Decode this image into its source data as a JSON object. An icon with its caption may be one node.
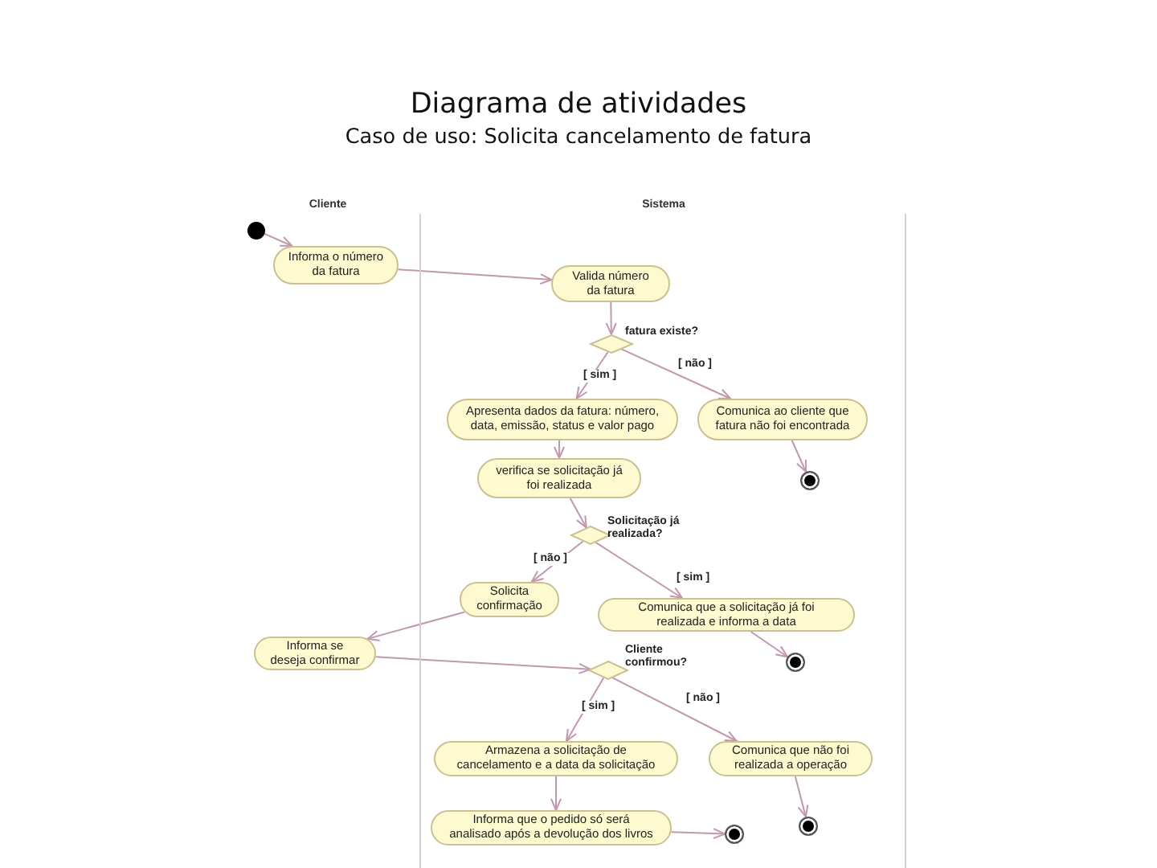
{
  "diagram": {
    "title": "Diagrama de atividades",
    "nodes": [
      {
        "text": [
          "Cliente"
        ]
      },
      {
        "text": [
          "Sistema"
        ]
      },
      {
        "text": [],
        "shape": "circle",
        "in": 0
      },
      {
        "text": [
          "Informa o número da fatura"
        ],
        "in": 0
      },
      {
        "text": [
          "Valida número da fatura"
        ],
        "in": 1
      },
      {
        "text": [],
        "shape": "diamond",
        "beside": [
          "fatura existe?"
        ],
        "in": 1
      },
      {
        "text": [
          "Apresenta dados da fatura: número, data, emissão, status e valor pago"
        ],
        "in": 1
      },
      {
        "text": [
          "Comunica ao cliente que fatura não foi encontrada"
        ],
        "in": 1
      },
      {
        "text": [],
        "shape": "bullseye",
        "in": 1
      },
      {
        "text": [
          "verifica se solicitação já foi realizada"
        ],
        "in": 1
      },
      {
        "text": [],
        "shape": "diamond",
        "beside": [
          "Solicitação já realizada?"
        ],
        "in": 1
      },
      {
        "text": [
          "Solicita confirmação"
        ],
        "in": 1
      },
      {
        "text": [
          "Comunica que a solicitação já foi realizada e informa a data"
        ],
        "in": 1
      },
      {
        "text": [
          "Informa se deseja confirmar"
        ],
        "in": 0
      },
      {
        "text": [],
        "shape": "bullseye",
        "in": 1
      },
      {
        "text": [],
        "shape": "diamond",
        "beside": [
          "Cliente confirmou?"
        ],
        "in": 1
      },
      {
        "text": [
          "Armazena a solicitação de cancelamento e a data da solicitação"
        ],
        "in": 1
      },
      {
        "text": [
          "Comunica que não foi realizada a operação"
        ],
        "in": 1
      },
      {
        "text": [
          "Informa que o pedido só será analisado após a devolução dos livros"
        ],
        "in": 1
      },
      {
        "text": [],
        "shape": "bullseye",
        "in": 1
      },
      {
        "text": [],
        "shape": "bullseye",
        "in": 1
      }
    ],
    "edges": [
      {
        "from": 2,
        "to": 3,
        "arrow": "to"
      },
      {
        "from": 3,
        "to": 4,
        "arrow": "to"
      },
      {
        "from": 4,
        "to": 5,
        "arrow": "to"
      },
      {
        "from": 5,
        "to": 6,
        "arrow": "to",
        "label": "[ sim ]"
      },
      {
        "from": 5,
        "to": 7,
        "arrow": "to",
        "label": "[ não ]"
      },
      {
        "from": 7,
        "to": 8,
        "arrow": "to"
      },
      {
        "from": 6,
        "to": 9,
        "arrow": "to"
      },
      {
        "from": 9,
        "to": 10,
        "arrow": "to"
      },
      {
        "from": 10,
        "to": 11,
        "arrow": "to",
        "label": "[ não ]"
      },
      {
        "from": 10,
        "to": 12,
        "arrow": "to",
        "label": "[ sim ]"
      },
      {
        "from": 12,
        "to": 14,
        "arrow": "to"
      },
      {
        "from": 11,
        "to": 13,
        "arrow": "to"
      },
      {
        "from": 13,
        "to": 15,
        "arrow": "to"
      },
      {
        "from": 15,
        "to": 16,
        "arrow": "to",
        "label": "[ sim ]"
      },
      {
        "from": 15,
        "to": 17,
        "arrow": "to",
        "label": "[ não ]"
      },
      {
        "from": 16,
        "to": 18,
        "arrow": "to"
      },
      {
        "from": 17,
        "to": 20,
        "arrow": "to"
      },
      {
        "from": 18,
        "to": 19,
        "arrow": "to"
      }
    ],
    "labels": [
      "Caso de uso: Solicita cancelamento de fatura"
    ]
  }
}
